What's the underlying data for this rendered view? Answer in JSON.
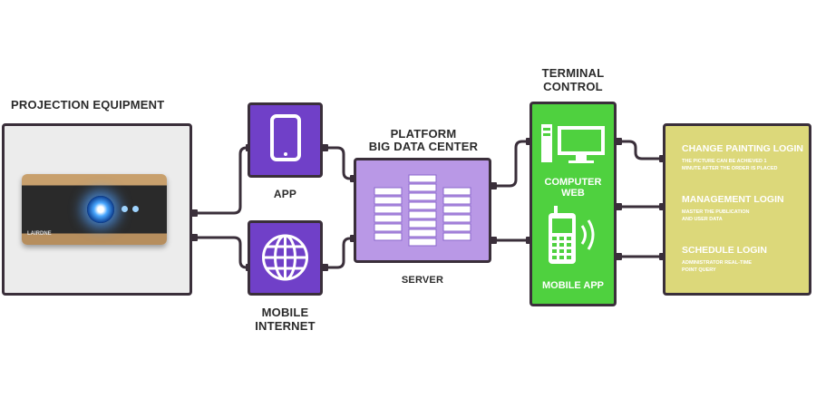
{
  "projection": {
    "title": "PROJECTION EQUIPMENT",
    "brand": "LAIRDNE"
  },
  "app": {
    "label": "APP"
  },
  "mobile_internet": {
    "label_line1": "MOBILE",
    "label_line2": "INTERNET"
  },
  "platform": {
    "title_line1": "PLATFORM",
    "title_line2": "BIG DATA CENTER",
    "server_label": "SERVER"
  },
  "terminal": {
    "title_line1": "TERMINAL",
    "title_line2": "CONTROL",
    "computer_line1": "COMPUTER",
    "computer_line2": "WEB",
    "mobile_app": "MOBILE APP"
  },
  "logins": [
    {
      "title": "CHANGE PAINTING LOGIN",
      "desc_line1": "THE PICTURE CAN BE ACHIEVED 1",
      "desc_line2": "MINUTE AFTER THE ORDER IS PLACED"
    },
    {
      "title": "MANAGEMENT LOGIN",
      "desc_line1": "MASTER THE PUBLICATION",
      "desc_line2": "AND USER DATA"
    },
    {
      "title": "SCHEDULE LOGIN",
      "desc_line1": "ADMINISTRATOR REAL-TIME",
      "desc_line2": "POINT QUERY"
    }
  ],
  "colors": {
    "purple_box": "#7040c8",
    "server_box": "#b998e6",
    "terminal_box": "#4fd13f",
    "login_box": "#dcd87a",
    "connector": "#3a2f3a"
  },
  "icons": [
    "tablet-icon",
    "globe-icon",
    "server-rack-icon",
    "desktop-computer-icon",
    "mobile-phone-icon"
  ]
}
